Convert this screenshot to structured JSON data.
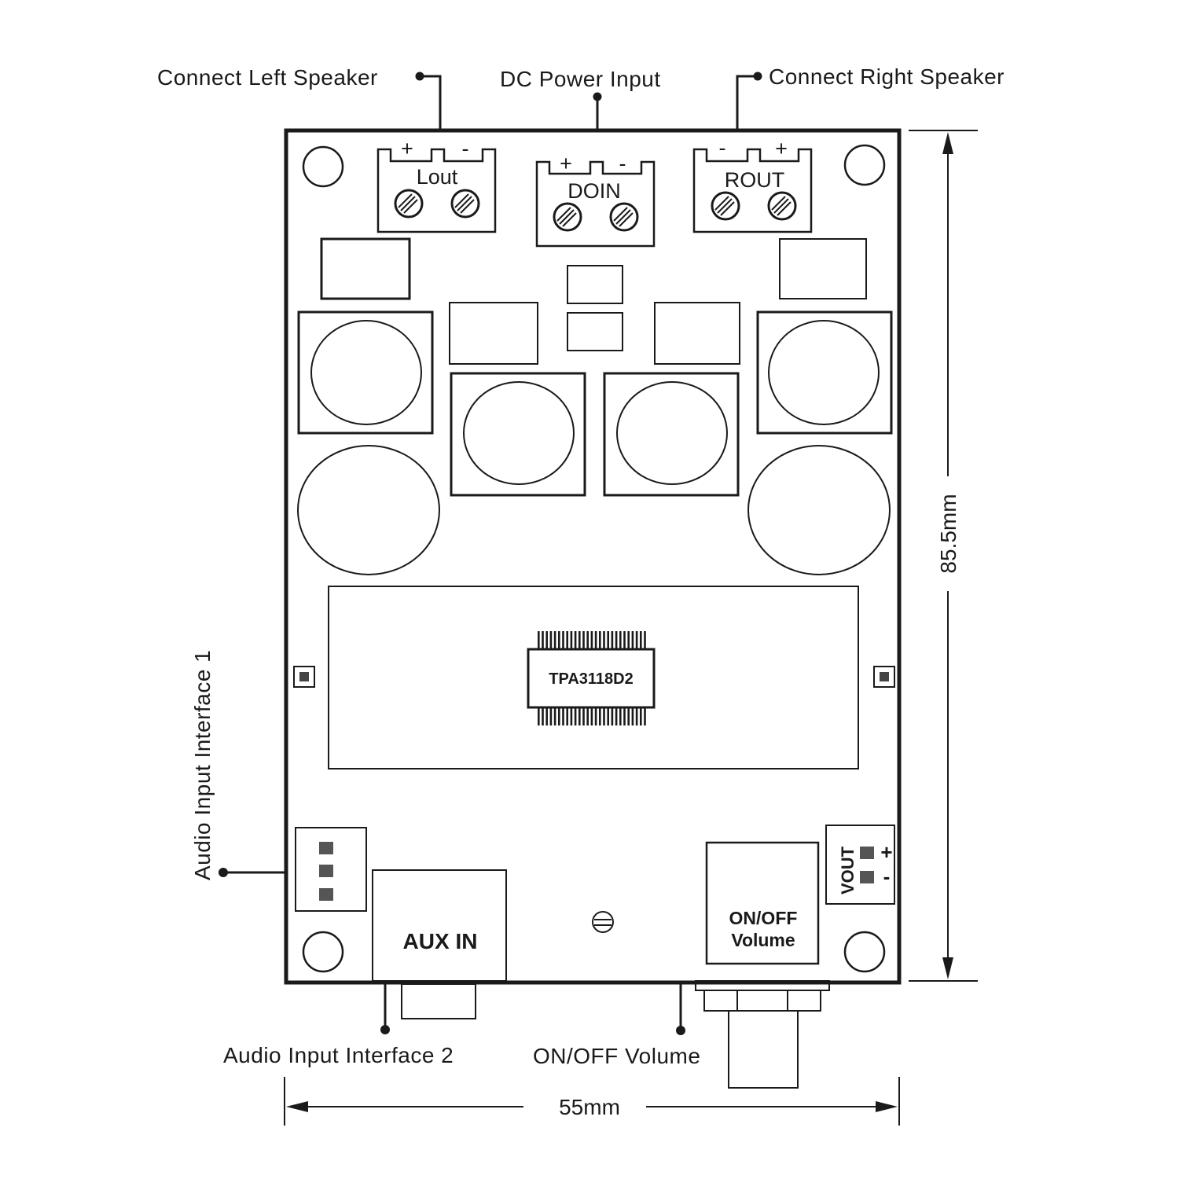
{
  "callouts": {
    "left_speaker": "Connect Left Speaker",
    "dc_power": "DC Power Input",
    "right_speaker": "Connect Right Speaker",
    "audio_input_1": "Audio Input Interface 1",
    "audio_input_2": "Audio Input Interface 2",
    "on_off_volume": "ON/OFF Volume"
  },
  "dimensions": {
    "height": "85.5mm",
    "width": "55mm"
  },
  "board": {
    "lout": {
      "label": "Lout",
      "plus": "+",
      "minus": "-"
    },
    "doin": {
      "label": "DOIN",
      "plus": "+",
      "minus": "-"
    },
    "rout": {
      "label": "ROUT",
      "plus": "+",
      "minus": "-"
    },
    "chip": "TPA3118D2",
    "aux_in": "AUX IN",
    "pot_label_line1": "ON/OFF",
    "pot_label_line2": "Volume",
    "vout": {
      "label": "VOUT",
      "plus": "+",
      "minus": "-"
    }
  }
}
